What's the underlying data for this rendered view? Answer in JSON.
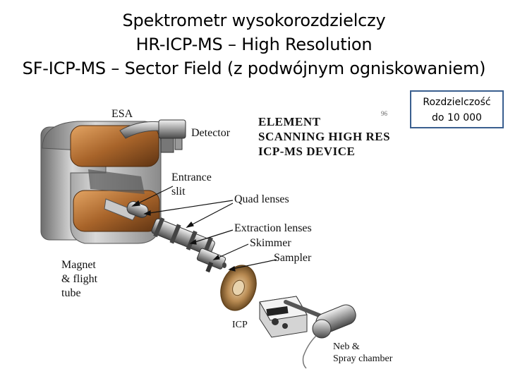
{
  "title": {
    "line1": "Spektrometr wysokorozdzielczy",
    "line2": "HR-ICP-MS – High Resolution",
    "line3": "SF-ICP-MS – Sector Field (z podwójnym ogniskowaniem)"
  },
  "resolution_box": {
    "line1": "Rozdzielczość",
    "line2": "do 10 000"
  },
  "diagram": {
    "page_number": "96",
    "device_title": [
      "ELEMENT",
      "SCANNING  HIGH  RES",
      "ICP-MS  DEVICE"
    ],
    "labels": {
      "esa": "ESA",
      "detector": "Detector",
      "entrance_slit_1": "Entrance",
      "entrance_slit_2": "slit",
      "quad_lenses": "Quad lenses",
      "extraction_lenses": "Extraction lenses",
      "skimmer": "Skimmer",
      "sampler": "Sampler",
      "magnet_1": "Magnet",
      "magnet_2": "& flight",
      "magnet_3": "tube",
      "icp": "ICP",
      "neb_1": "Neb &",
      "neb_2": "Spray chamber"
    }
  }
}
